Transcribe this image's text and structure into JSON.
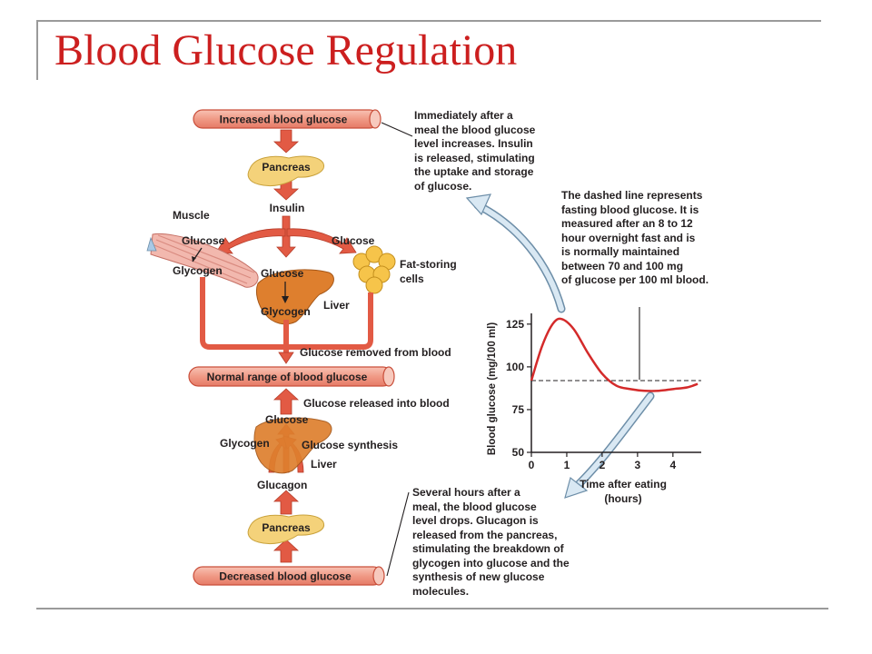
{
  "slide": {
    "title": "Blood Glucose Regulation"
  },
  "flow": {
    "increased": "Increased blood glucose",
    "pancreas_top": "Pancreas",
    "insulin": "Insulin",
    "muscle": "Muscle",
    "muscle_glucose": "Glucose",
    "muscle_glycogen": "Glycogen",
    "liver_glucose": "Glucose",
    "liver_glycogen": "Glycogen",
    "liver_label": "Liver",
    "fat_glucose": "Glucose",
    "fat_label_1": "Fat-storing",
    "fat_label_2": "cells",
    "removed": "Glucose removed from blood",
    "normal": "Normal range of blood glucose",
    "released": "Glucose released into blood",
    "bottom_glucose": "Glucose",
    "bottom_glycogen": "Glycogen",
    "glucose_synthesis": "Glucose synthesis",
    "bottom_liver": "Liver",
    "glucagon": "Glucagon",
    "pancreas_bottom": "Pancreas",
    "decreased": "Decreased blood glucose"
  },
  "notes": {
    "after_meal": [
      "Immediately after a",
      "meal the blood glucose",
      "level increases. Insulin",
      "is released, stimulating",
      "the uptake and storage",
      "of glucose."
    ],
    "dashed": [
      "The dashed line represents",
      "fasting blood glucose. It is",
      "measured after an 8 to 12",
      "hour overnight fast and is",
      "is normally maintained",
      "between 70 and 100 mg",
      "of glucose per 100 ml blood."
    ],
    "several_hours": [
      "Several hours after a",
      "meal, the blood glucose",
      "level drops. Glucagon is",
      "released from the pancreas,",
      "stimulating the breakdown of",
      "glycogen into glucose and the",
      "synthesis of new glucose",
      "molecules."
    ]
  },
  "chart_data": {
    "type": "line",
    "xlabel": "Time after eating",
    "xlabel_unit": "(hours)",
    "ylabel": "Blood glucose (mg/100 ml)",
    "x_ticks": [
      0,
      1,
      2,
      3,
      4
    ],
    "y_ticks": [
      50,
      75,
      100,
      125
    ],
    "xlim": [
      0,
      4.8
    ],
    "ylim": [
      50,
      135
    ],
    "series": [
      {
        "x": [
          0,
          0.3,
          0.6,
          0.85,
          1.2,
          1.6,
          2.0,
          2.4,
          2.8,
          3.2,
          3.6,
          4.0,
          4.4,
          4.7
        ],
        "y": [
          92,
          112,
          125,
          128,
          122,
          108,
          96,
          89,
          87,
          86,
          86,
          87,
          88,
          90
        ]
      }
    ],
    "fasting_level": 92,
    "colors": {
      "line": "#d42a2a",
      "fasting": "#231f20"
    }
  },
  "colors": {
    "title": "#cc1f1f",
    "vessel": "#f2a08d",
    "arrow": "#e25a44",
    "liver": "#de7f2e",
    "pancreas": "#f4d27a",
    "fat": "#f6c44a"
  }
}
